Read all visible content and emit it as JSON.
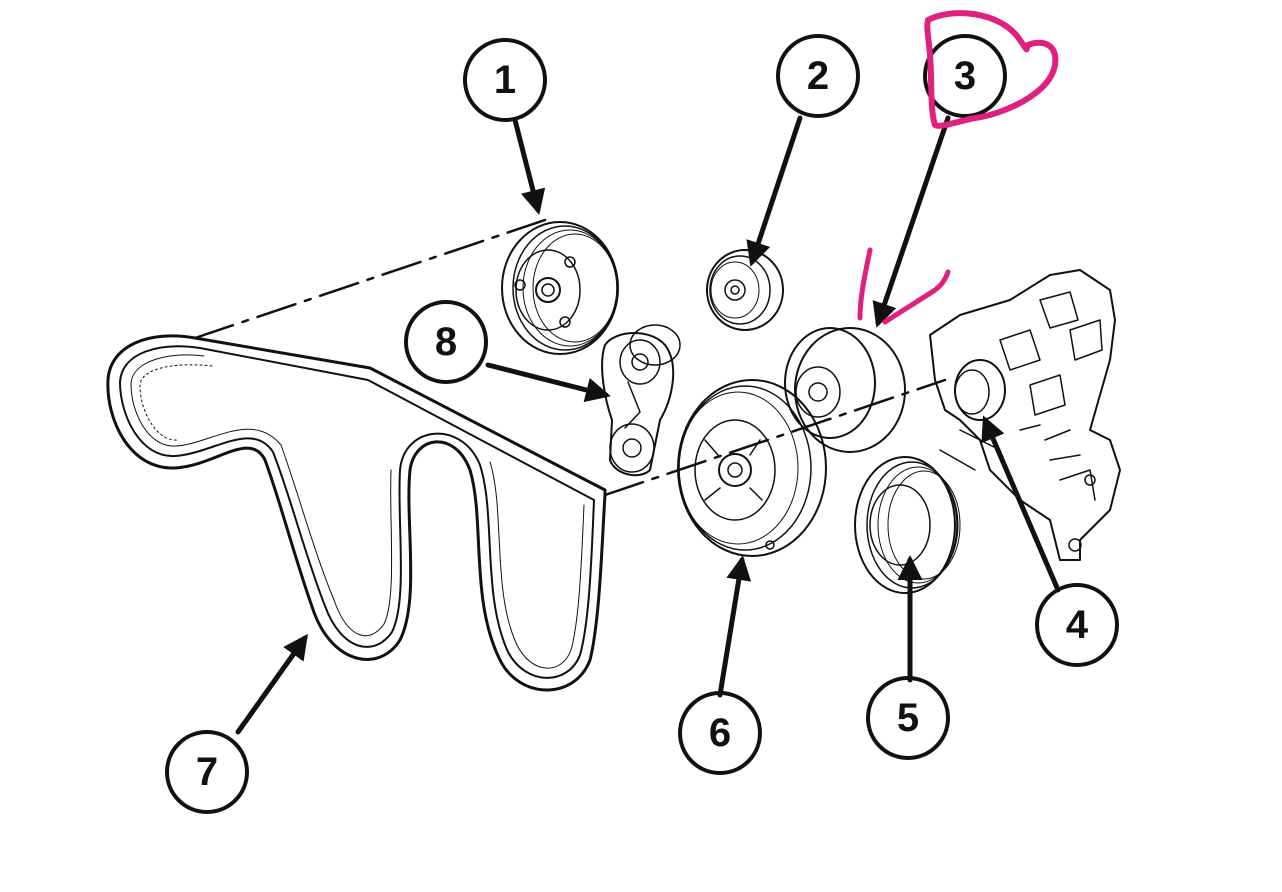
{
  "diagram": {
    "callouts": {
      "c1": "1",
      "c2": "2",
      "c3": "3",
      "c4": "4",
      "c5": "5",
      "c6": "6",
      "c7": "7",
      "c8": "8"
    },
    "colors": {
      "line": "#111111",
      "background": "#ffffff",
      "annotation": "#e0207f"
    }
  }
}
